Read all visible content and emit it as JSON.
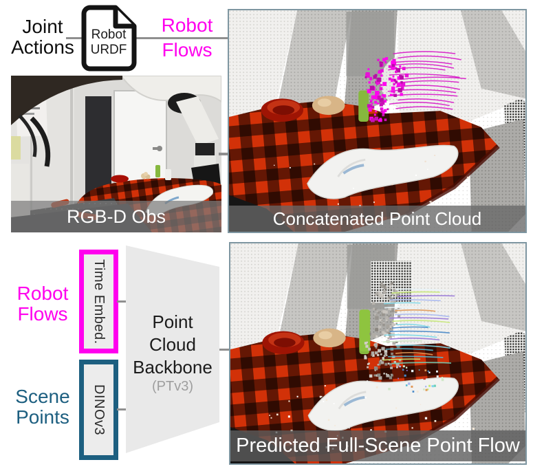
{
  "header": {
    "joint_actions_label": "Joint\nActions",
    "urdf_doc_label": "Robot\nURDF",
    "robot_flows_label": "Robot\nFlows"
  },
  "panels": {
    "rgbd": {
      "caption": "RGB-D Obs"
    },
    "concatenated": {
      "caption": "Concatenated Point Cloud"
    },
    "predicted": {
      "caption": "Predicted Full-Scene Point Flow"
    }
  },
  "diagram": {
    "robot_flows_label": "Robot\nFlows",
    "scene_points_label": "Scene\nPoints",
    "time_embed_box_label": "Time Embed.",
    "dinov3_box_label": "DINOv3",
    "backbone_label": "Point\nCloud\nBackbone",
    "backbone_sublabel": "(PTv3)"
  },
  "colors": {
    "magenta": "#ff00ee",
    "magenta_flow": "#d614c6",
    "teal": "#1d5f80",
    "panel_border": "#7e96a1",
    "connector_gray": "#8f8f8f",
    "table_red": "#d23108",
    "flow_palette": [
      "#7fd8e8",
      "#52b8d0",
      "#6fd0b8",
      "#c8e87a",
      "#a8b8f0",
      "#e8f4f8",
      "#e09858",
      "#4888c8",
      "#d0e8c8",
      "#9878d8"
    ]
  }
}
